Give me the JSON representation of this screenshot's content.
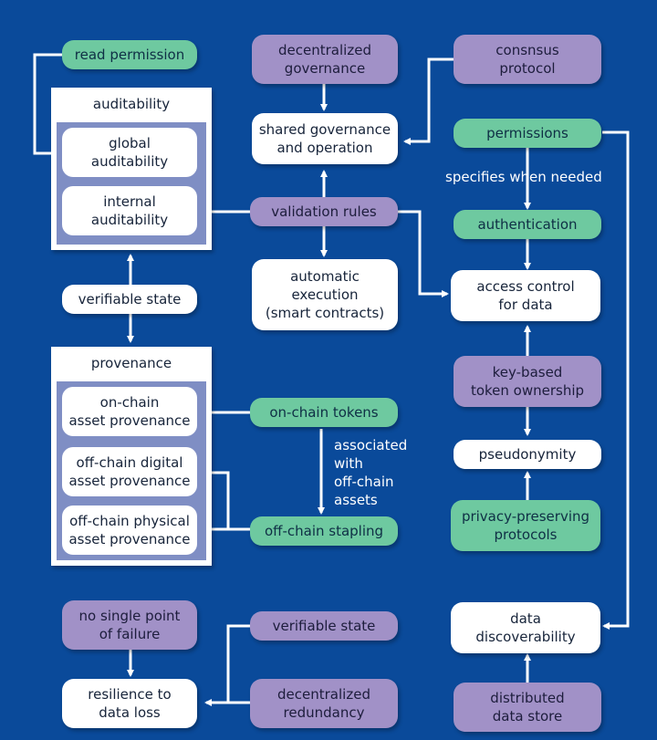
{
  "colors": {
    "background": "#0a4a9a",
    "green_node": "#6ec9a0",
    "purple_node": "#a191c7",
    "white_node": "#ffffff",
    "panel_fill": "#7f8ec4",
    "arrow": "#ffffff"
  },
  "nodes": {
    "read_permission": "read permission",
    "decentralized_governance": "decentralized\ngovernance",
    "consensus_protocol": "consnsus\nprotocol",
    "auditability_title": "auditability",
    "global_auditability": "global\nauditability",
    "internal_auditability": "internal\nauditability",
    "shared_governance": "shared governance\nand operation",
    "permissions": "permissions",
    "specifies_when_needed": "specifies when needed",
    "authentication": "authentication",
    "validation_rules": "validation rules",
    "verifiable_state_top": "verifiable state",
    "automatic_execution": "automatic\nexecution\n(smart contracts)",
    "access_control": "access control\nfor data",
    "provenance_title": "provenance",
    "onchain_asset_provenance": "on-chain\nasset provenance",
    "offchain_digital_provenance": "off-chain digital\nasset provenance",
    "offchain_physical_provenance": "off-chain physical\nasset provenance",
    "onchain_tokens": "on-chain tokens",
    "associated_offchain": "associated\nwith\noff-chain\nassets",
    "offchain_stapling": "off-chain stapling",
    "key_based_token": "key-based\ntoken ownership",
    "pseudonymity": "pseudonymity",
    "privacy_preserving": "privacy-preserving\nprotocols",
    "no_single_point": "no single point\nof failure",
    "verifiable_state_bottom": "verifiable state",
    "resilience": "resilience to\ndata loss",
    "decentralized_redundancy": "decentralized\nredundancy",
    "data_discoverability": "data\ndiscoverability",
    "distributed_data_store": "distributed\ndata store"
  }
}
